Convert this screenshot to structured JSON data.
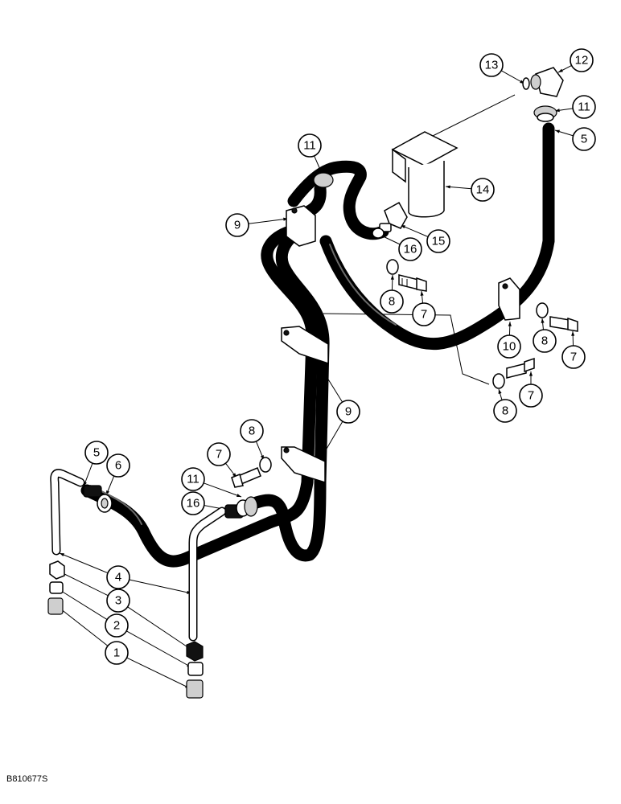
{
  "callouts": [
    {
      "label": "1"
    },
    {
      "label": "2"
    },
    {
      "label": "3"
    },
    {
      "label": "4"
    },
    {
      "label": "5"
    },
    {
      "label": "6"
    },
    {
      "label": "7"
    },
    {
      "label": "8"
    },
    {
      "label": "11"
    },
    {
      "label": "16"
    },
    {
      "label": "9"
    },
    {
      "label": "9"
    },
    {
      "label": "11"
    },
    {
      "label": "8"
    },
    {
      "label": "7"
    },
    {
      "label": "16"
    },
    {
      "label": "15"
    },
    {
      "label": "14"
    },
    {
      "label": "13"
    },
    {
      "label": "12"
    },
    {
      "label": "11"
    },
    {
      "label": "5"
    },
    {
      "label": "10"
    },
    {
      "label": "8"
    },
    {
      "label": "7"
    },
    {
      "label": "8"
    },
    {
      "label": "7"
    }
  ],
  "reference_code": "B810677S"
}
